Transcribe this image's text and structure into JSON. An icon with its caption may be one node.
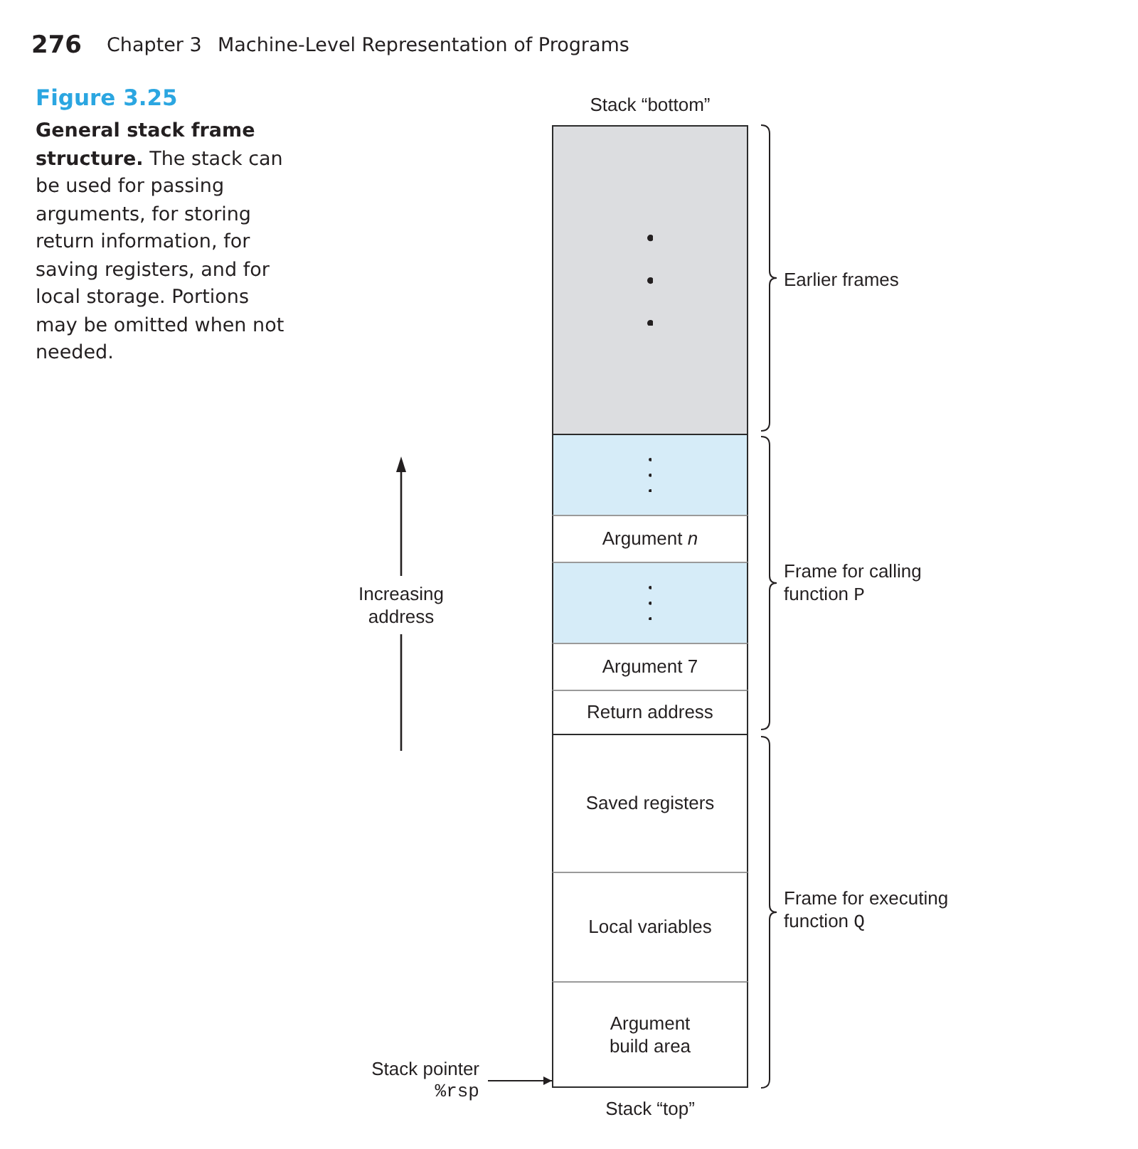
{
  "diagram": {
    "title": "Figure 3.25",
    "caption": "**General stack frame structure.** The stack can be used for passing arguments, for storing return information, for saving registers, and for local storage. Portions may be omitted when not needed.",
    "nodes": [
      {
        "text": [],
        "shape": "box",
        "beside": [
          "Stack “bottom”"
        ]
      },
      {
        "text": [],
        "shape": "box"
      },
      {
        "text": [
          "Argument *n*"
        ]
      },
      {
        "text": [],
        "shape": "box"
      },
      {
        "text": [
          "Argument 7"
        ]
      },
      {
        "text": [
          "Return address"
        ]
      },
      {
        "text": [
          "Saved registers"
        ]
      },
      {
        "text": [
          "Local variables"
        ]
      },
      {
        "text": [
          "Argument build area"
        ],
        "beside": [
          "Stack “top”"
        ]
      },
      {
        "text": [
          "Stack pointer",
          "%rsp"
        ]
      }
    ],
    "edges": [
      {
        "from": 9,
        "to": 8,
        "arrow": "to"
      }
    ],
    "labels": [
      "276",
      "Chapter 3",
      "Machine-Level Representation of Programs",
      "Earlier frames",
      "Increasing address",
      "Frame for calling function P",
      "Frame for executing function Q"
    ]
  }
}
